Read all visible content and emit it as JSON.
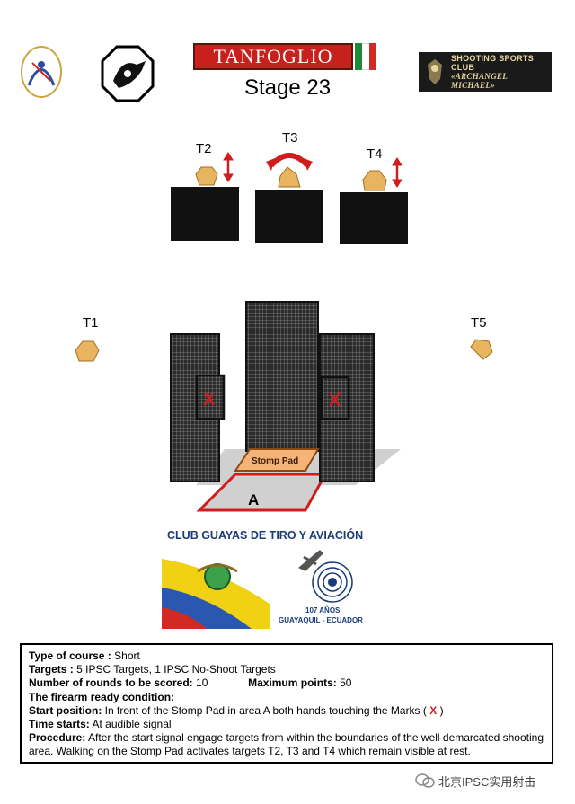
{
  "header": {
    "brand": "TANFOGLIO",
    "stage_title": "Stage 23",
    "club_badge_line1": "SHOOTING SPORTS CLUB",
    "club_badge_line2": "«ARCHANGEL MICHAEL»",
    "flag_colors": [
      "#1f8a3a",
      "#ffffff",
      "#d22a22"
    ]
  },
  "targets": {
    "t1": "T1",
    "t2": "T2",
    "t3": "T3",
    "t4": "T4",
    "t5": "T5"
  },
  "layout_labels": {
    "stomp_pad": "Stomp Pad",
    "area": "A",
    "mark": "X"
  },
  "sponsor": {
    "name": "CLUB GUAYAS DE TIRO Y AVIACIÓN",
    "years": "107 AÑOS",
    "city": "GUAYAQUIL - ECUADOR"
  },
  "info": {
    "course_label": "Type of course :",
    "course_value": "Short",
    "targets_label": "Targets :",
    "targets_value": "5 IPSC Targets, 1 IPSC No-Shoot Targets",
    "rounds_label": "Number of rounds to be scored:",
    "rounds_value": "10",
    "points_label": "Maximum points:",
    "points_value": "50",
    "ready_label": "The firearm ready condition:",
    "start_label": "Start position:",
    "start_value": "In front of the Stomp Pad in area A both hands touching the Marks (",
    "start_mark": "X",
    "start_end": ")",
    "time_label": "Time starts:",
    "time_value": "At audible signal",
    "procedure_label": "Procedure:",
    "procedure_value": "After the start signal engage targets from within the boundaries of the well demarcated shooting area. Walking on the Stomp Pad activates targets T2, T3 and T4 which remain visible at rest."
  },
  "footer": {
    "text": "北京IPSC实用射击"
  },
  "colors": {
    "accent_red": "#d01c1c",
    "target_tan": "#e8b460",
    "barricade_black": "#111111",
    "floor_gray": "#d0d0d0",
    "pad_orange": "#f5b37a"
  }
}
